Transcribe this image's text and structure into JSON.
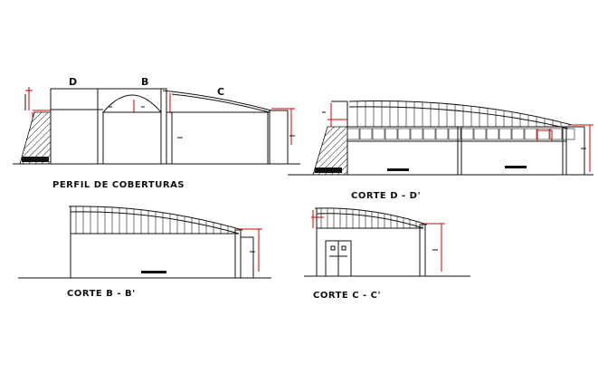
{
  "labels": {
    "perfil": "PERFIL DE COBERTURAS",
    "corte_dd": "CORTE D - D'",
    "corte_bb": "CORTE B - B'",
    "corte_cc": "CORTE C - C'",
    "d": "D",
    "b": "B",
    "c": "C"
  },
  "colors": {
    "line": "#111111",
    "dimension": "#d40000",
    "background": "#ffffff"
  }
}
